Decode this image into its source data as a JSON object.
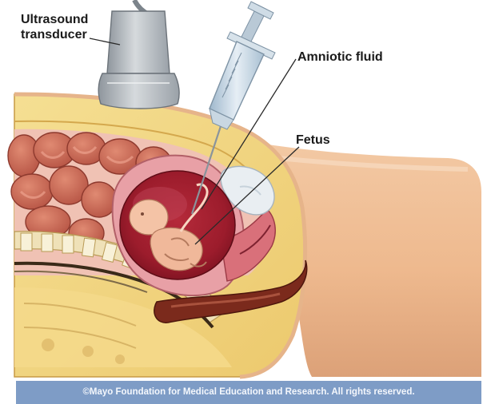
{
  "labels": {
    "transducer": "Ultrasound transducer",
    "amniotic_fluid": "Amniotic fluid",
    "fetus": "Fetus"
  },
  "footer": {
    "copyright": "©Mayo Foundation for Medical Education and Research.  All rights reserved."
  }
}
